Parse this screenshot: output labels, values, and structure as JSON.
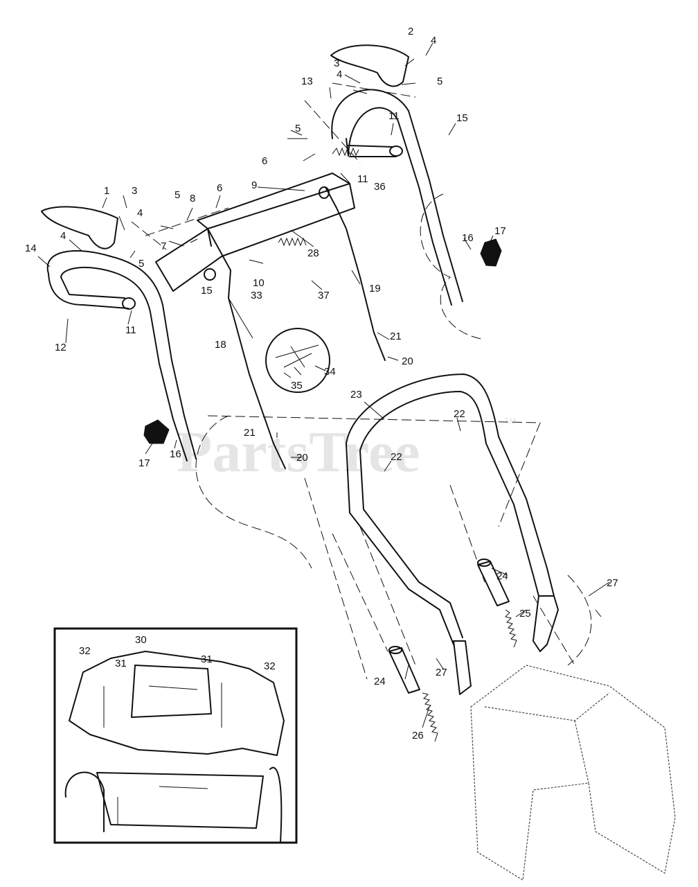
{
  "watermark": {
    "text": "PartsTree",
    "tm": "TM"
  },
  "callouts": {
    "c1": "1",
    "c2": "2",
    "c3a": "3",
    "c3b": "3",
    "c4a": "4",
    "c4b": "4",
    "c4c": "4",
    "c4d": "4",
    "c5a": "5",
    "c5b": "5",
    "c5c": "5",
    "c5d": "5",
    "c6a": "6",
    "c6b": "6",
    "c7": "7",
    "c8": "8",
    "c9": "9",
    "c10": "10",
    "c11a": "11",
    "c11b": "11",
    "c11c": "11",
    "c12": "12",
    "c13": "13",
    "c14": "14",
    "c15a": "15",
    "c15b": "15",
    "c16a": "16",
    "c16b": "16",
    "c17a": "17",
    "c17b": "17",
    "c18": "18",
    "c19": "19",
    "c20a": "20",
    "c20b": "20",
    "c21a": "21",
    "c21b": "21",
    "c22a": "22",
    "c22b": "22",
    "c23": "23",
    "c24a": "24",
    "c24b": "24",
    "c25": "25",
    "c26": "26",
    "c27a": "27",
    "c27b": "27",
    "c28": "28",
    "c30": "30",
    "c31a": "31",
    "c31b": "31",
    "c32a": "32",
    "c32b": "32",
    "c33": "33",
    "c34": "34",
    "c35": "35",
    "c36": "36",
    "c37": "37"
  }
}
